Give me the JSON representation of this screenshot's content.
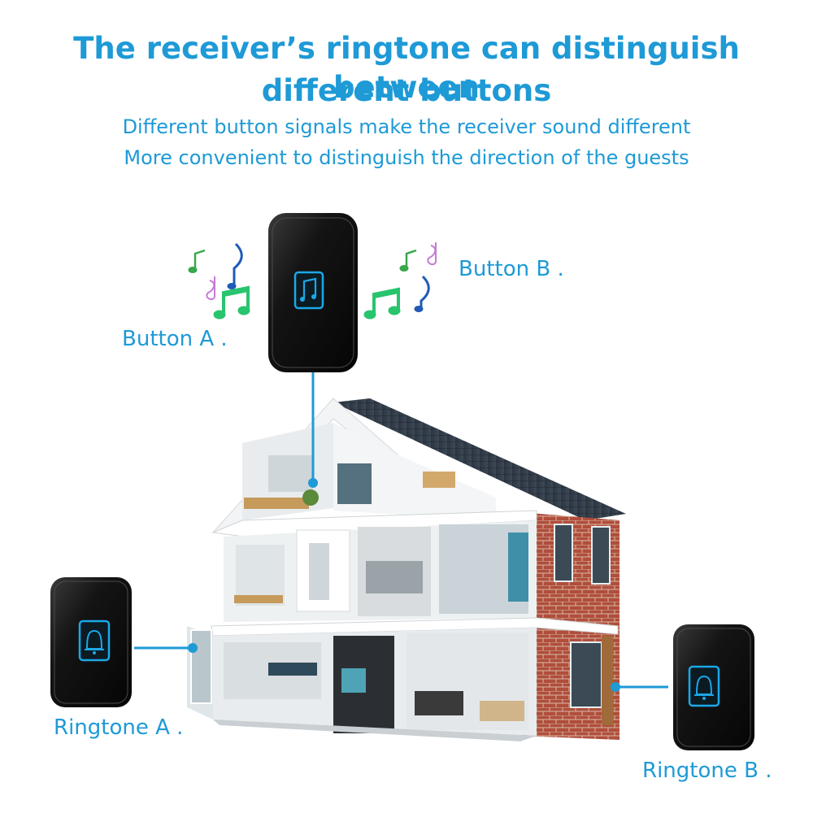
{
  "heading": {
    "line1": "The receiver’s ringtone can distinguish between",
    "line2": "different buttons"
  },
  "subheading": {
    "line1": "Different button signals make the receiver sound different",
    "line2": "More convenient to distinguish the direction of the guests"
  },
  "labels": {
    "button_a": "Button A .",
    "button_b": "Button B .",
    "ringtone_a": "Ringtone A .",
    "ringtone_b": "Ringtone B ."
  },
  "colors": {
    "accent": "#1e9ad6",
    "device_body": "#111111",
    "device_led": "#1aa8e8",
    "brick": "#b5503e"
  },
  "icons": {
    "transmitter": "music-note-icon",
    "receiver": "bell-icon"
  }
}
